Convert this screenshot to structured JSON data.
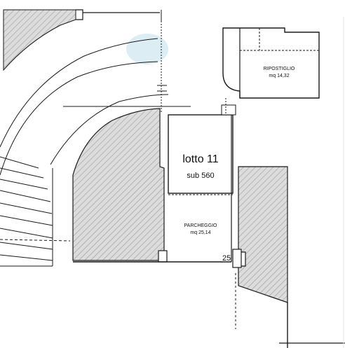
{
  "plan": {
    "lot_title": "lotto 11",
    "lot_sub": "sub 560",
    "storage_label": "RIPOSTIGLIO",
    "storage_area": "mq 14,32",
    "parking_label": "PARCHEGGIO",
    "parking_area": "mq 25,14",
    "space_number": "25"
  },
  "colors": {
    "line": "#1a1a1a",
    "hatch_fill": "#d9d9d9",
    "hatch_line": "#555555",
    "highlight": "#cfe6f0"
  }
}
